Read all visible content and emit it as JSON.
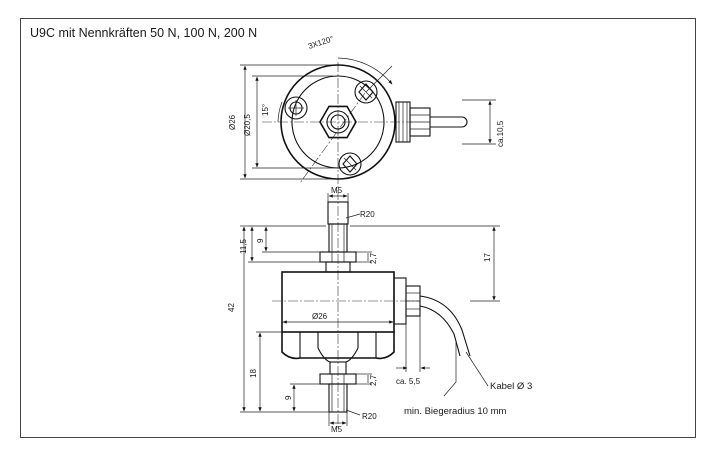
{
  "title": "U9C mit Nennkräften 50 N, 100 N, 200 N",
  "top_view": {
    "angle_label": "3X120°",
    "diameter_outer": "Ø26",
    "diameter_inner": "Ø20,5",
    "angle_offset": "15°",
    "cable_height": "ca.10,5"
  },
  "side_view": {
    "thread_top": "M5",
    "radius_top": "R20",
    "height_upper": "11,5",
    "height_thread_top": "9",
    "nut_top": "2,7",
    "height_cable": "17",
    "height_total": "42",
    "diameter_body": "Ø26",
    "height_lower": "18",
    "nut_bottom": "2,7",
    "height_thread_bottom": "9",
    "thread_bottom": "M5",
    "radius_bottom": "R20",
    "cable_offset": "ca. 5,5",
    "cable_label": "Kabel Ø 3",
    "bend_radius": "min. Biegeradius 10 mm"
  }
}
